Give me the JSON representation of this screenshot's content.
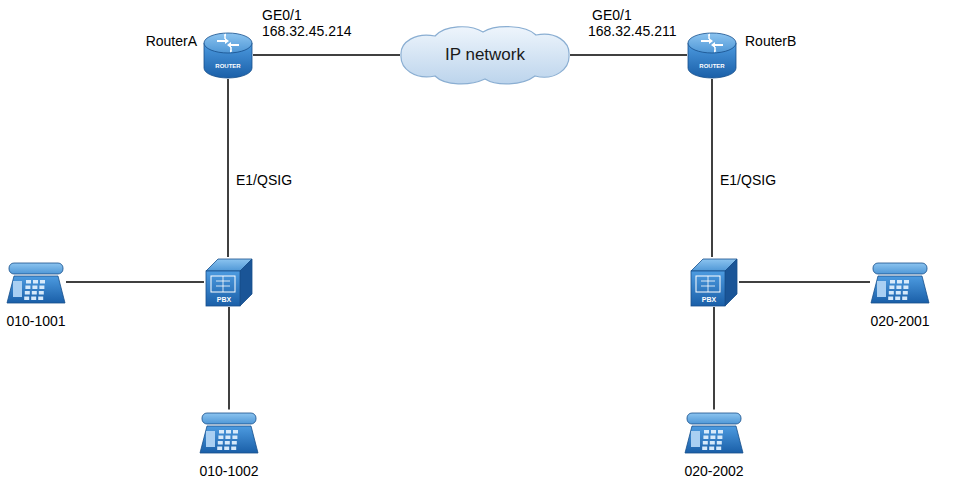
{
  "diagram": {
    "nodes": [
      {
        "text": [
          "RouterA",
          "ROUTER"
        ]
      },
      {
        "text": [
          "IP network"
        ]
      },
      {
        "text": [
          "RouterB",
          "ROUTER"
        ]
      },
      {
        "text": [
          "PBX"
        ]
      },
      {
        "text": [
          "PBX"
        ]
      },
      {
        "text": [
          "010-1001"
        ]
      },
      {
        "text": [
          "010-1002"
        ]
      },
      {
        "text": [
          "020-2001"
        ]
      },
      {
        "text": [
          "020-2002"
        ]
      }
    ],
    "edges": [
      {
        "from": 0,
        "to": 1,
        "arrow": "none"
      },
      {
        "from": 1,
        "to": 2,
        "arrow": "none"
      },
      {
        "from": 0,
        "to": 3,
        "label": "E1/QSIG",
        "arrow": "none"
      },
      {
        "from": 2,
        "to": 4,
        "label": "E1/QSIG",
        "arrow": "none"
      },
      {
        "from": 3,
        "to": 5,
        "arrow": "none"
      },
      {
        "from": 3,
        "to": 6,
        "arrow": "none"
      },
      {
        "from": 4,
        "to": 7,
        "arrow": "none"
      },
      {
        "from": 4,
        "to": 8,
        "arrow": "none"
      }
    ],
    "labels": [
      "GE0/1",
      "168.32.45.214",
      "GE0/1",
      "168.32.45.211"
    ]
  }
}
